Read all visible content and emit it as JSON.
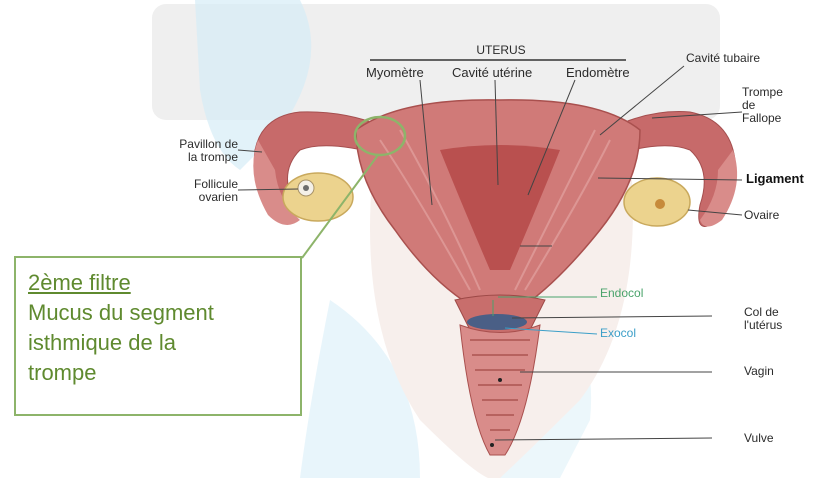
{
  "labels": {
    "uterus": "UTERUS",
    "myometre": "Myomètre",
    "cavite_uterine": "Cavité utérine",
    "endometre": "Endomètre",
    "cavite_tubaire": "Cavité tubaire",
    "trompe_fallope": [
      "Trompe",
      "de",
      "Fallope"
    ],
    "pavillon": [
      "Pavillon de",
      "la trompe"
    ],
    "follicule": [
      "Follicule",
      "ovarien"
    ],
    "ligament": "Ligament",
    "ovaire": "Ovaire",
    "endocol": "Endocol",
    "exocol": "Exocol",
    "col_uterus": [
      "Col de",
      "l'utérus"
    ],
    "vagin": "Vagin",
    "vulve": "Vulve"
  },
  "callout": {
    "title": "2ème filtre",
    "lines": [
      "Mucus du segment",
      "isthmique de la",
      "trompe"
    ]
  }
}
